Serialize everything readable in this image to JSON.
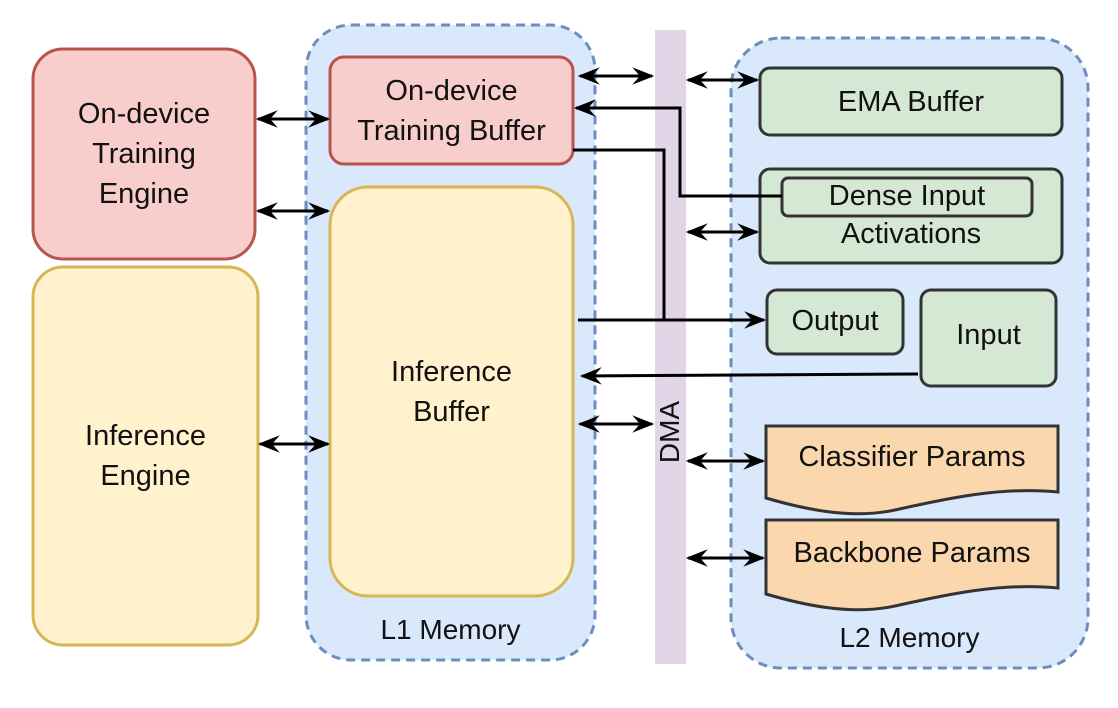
{
  "colors": {
    "memory_fill": "#dae8fc",
    "memory_border": "#6c8ebf",
    "red_fill": "#f8cecc",
    "red_border": "#b85450",
    "yellow_fill": "#fff2cc",
    "yellow_border": "#d6b656",
    "green_fill": "#d5e8d4",
    "green_border": "#333333",
    "orange_fill": "#fad7ac",
    "dma_fill": "#e1d5e7"
  },
  "labels": {
    "training_engine": "On-device\nTraining\nEngine",
    "inference_engine": "Inference\nEngine",
    "training_buffer": "On-device\nTraining Buffer",
    "inference_buffer": "Inference\nBuffer",
    "l1_memory": "L1 Memory",
    "dma": "DMA",
    "ema_buffer": "EMA Buffer",
    "dense_input": "Dense Input",
    "activations": "Activations",
    "output": "Output",
    "input": "Input",
    "classifier_params": "Classifier Params",
    "backbone_params": "Backbone Params",
    "l2_memory": "L2 Memory"
  }
}
